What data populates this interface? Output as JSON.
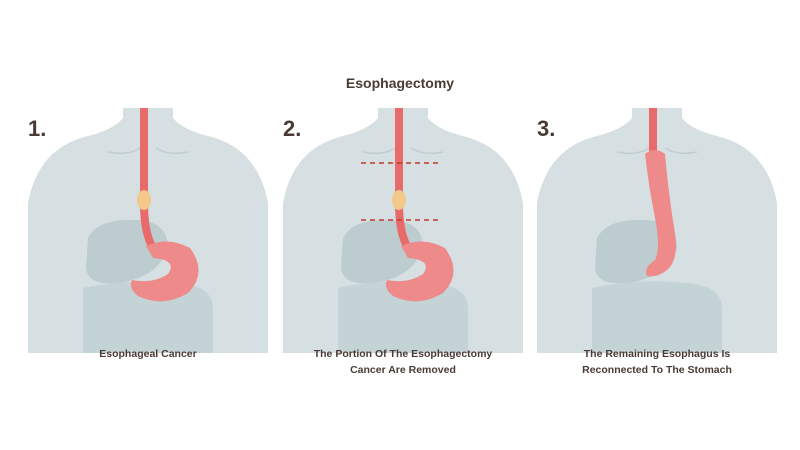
{
  "title": "Esophagectomy",
  "steps": [
    {
      "number": "1.",
      "caption_lines": [
        "Esophageal Cancer"
      ]
    },
    {
      "number": "2.",
      "caption_lines": [
        "The Portion Of The Esophagectomy",
        "Cancer Are Removed"
      ]
    },
    {
      "number": "3.",
      "caption_lines": [
        "The Remaining Esophagus Is",
        "Reconnected To The Stomach"
      ]
    }
  ],
  "colors": {
    "body": "#d6e0e3",
    "body_outline": "#bfcdd2",
    "organs": "#bccccf",
    "esophagus": "#e86a6a",
    "stomach": "#ef8a8a",
    "tumor": "#f2c98a",
    "cut_line": "#c0392b",
    "text": "#4a3a34"
  }
}
